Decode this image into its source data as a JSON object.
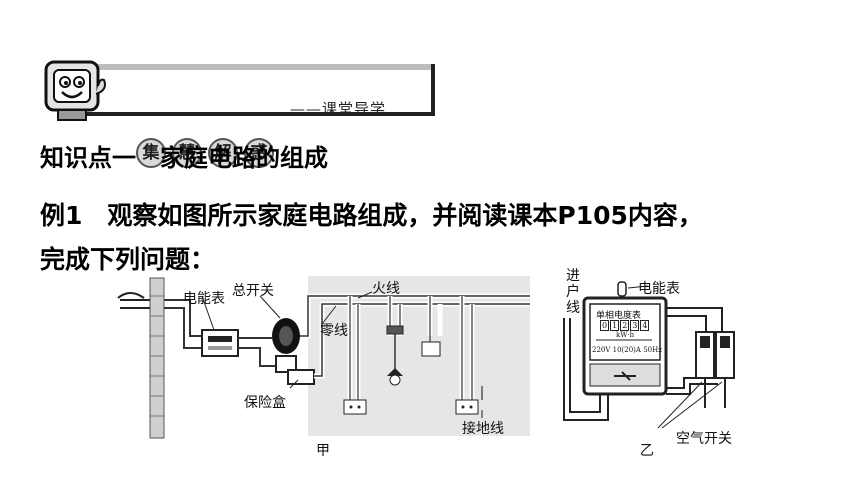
{
  "banner": {
    "chars": [
      "集",
      "慧",
      "解",
      "惑"
    ],
    "subtitle": "——课堂导学"
  },
  "section_heading": "知识点一　家庭电路的组成",
  "example": {
    "line1": "例1　观察如图所示家庭电路组成，并阅读课本P105内容，",
    "line2": "完成下列问题："
  },
  "figure_a": {
    "caption": "甲",
    "labels": {
      "meter": "电能表",
      "main_switch": "总开关",
      "live_wire": "火线",
      "neutral_wire": "零线",
      "fuse_box": "保险盒",
      "ground_wire": "接地线"
    }
  },
  "figure_b": {
    "caption": "乙",
    "labels": {
      "incoming": "进户线",
      "meter": "电能表",
      "air_switch": "空气开关"
    },
    "meter_face": {
      "title": "单相电度表",
      "digits": [
        "0",
        "1",
        "2",
        "3",
        "4"
      ],
      "unit": "kW·h",
      "rating": "220V 10(20)A 50Hz"
    }
  }
}
